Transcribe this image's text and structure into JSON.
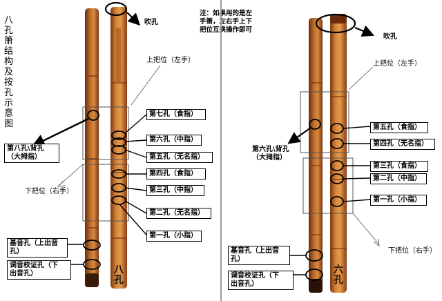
{
  "left_diagram": {
    "title": "八孔箫结构及按孔示意图",
    "blow_hole": "吹孔",
    "upper_position": "上把位（左手）",
    "lower_position": "下把位（右手）",
    "holes": [
      "第七孔（食指）",
      "第六孔（中指）",
      "第五孔（无名指）",
      "第四孔（食指）",
      "第三孔（中指）",
      "第二孔（无名指）",
      "第一孔（小指）"
    ],
    "back_hole_line1": "第八孔\\背孔",
    "back_hole_line2": "（大拇指）",
    "fundamental_hole_line1": "基音孔（上出音",
    "fundamental_hole_line2": "孔）",
    "tuning_hole_line1": "调音校证孔（下",
    "tuning_hole_line2": "出音孔）",
    "flute_label": "八孔"
  },
  "note": "注：如果用的是左手箫，左右手上下把位互换操作即可",
  "right_diagram": {
    "blow_hole": "吹孔",
    "upper_position": "上把位（左手）",
    "lower_position": "下把位（右手）",
    "holes": [
      "第五孔（食指）",
      "第四孔（无名指）",
      "第三孔（食指）",
      "第二孔（中指）",
      "第一孔（小指）"
    ],
    "back_hole_line1": "第六孔\\背孔",
    "back_hole_line2": "（大拇指）",
    "fundamental_hole_line1": "基音孔（上出音",
    "fundamental_hole_line2": "孔）",
    "tuning_hole_line1": "调音校证孔（下",
    "tuning_hole_line2": "出音孔）",
    "flute_label": "六孔"
  },
  "colors": {
    "bamboo_light": "#d8883a",
    "bamboo_dark": "#8a3f16",
    "bamboo_shadow": "#5a2a10",
    "line": "#000000",
    "divider": "#9a9a9a"
  }
}
